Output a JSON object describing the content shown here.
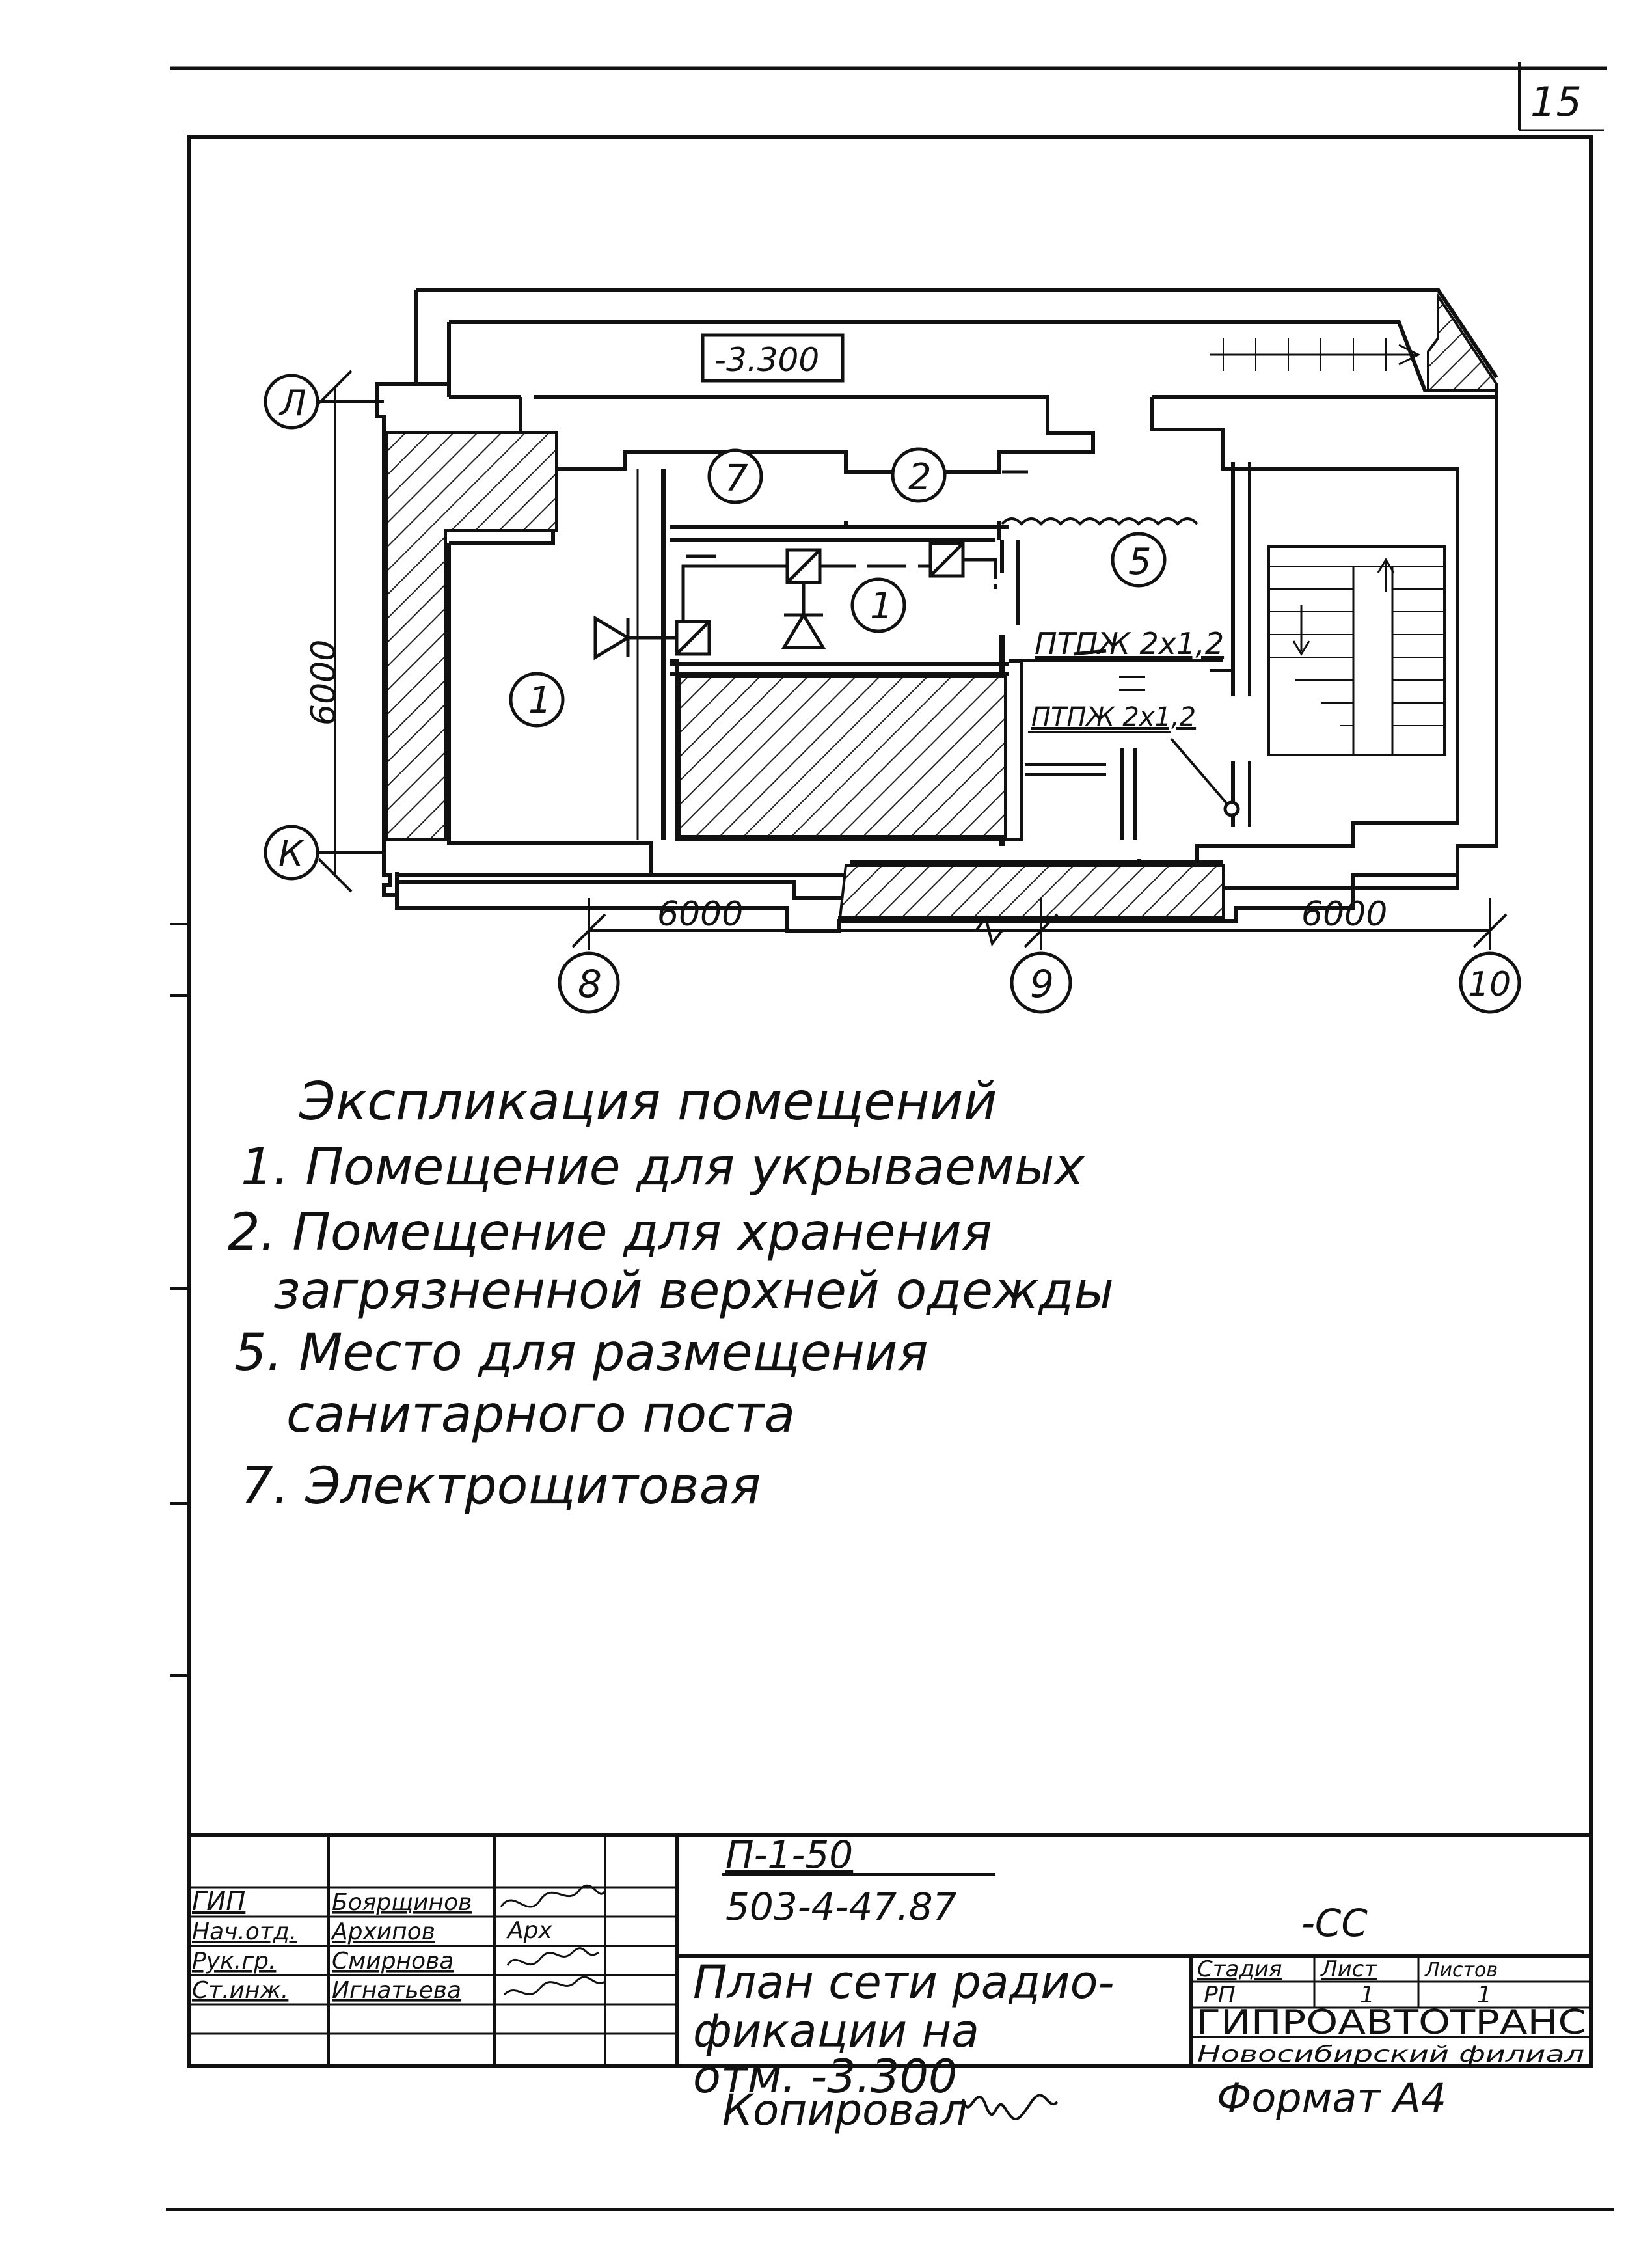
{
  "sheet_number": "15",
  "elevation_box": "-3.300",
  "axes": {
    "row_top": "Л",
    "row_bottom": "К",
    "col_left": "8",
    "col_mid": "9",
    "col_right": "10"
  },
  "dimensions": {
    "vertical": "6000",
    "bottom_left": "6000",
    "bottom_right": "6000"
  },
  "room_markers": {
    "room_1_large": "1",
    "room_1_small": "1",
    "room_2": "2",
    "room_5": "5",
    "room_7": "7"
  },
  "cable_labels": {
    "upper": "ПТПЖ 2х1,2",
    "lower": "ПТПЖ 2х1,2"
  },
  "legend": {
    "title": "Экспликация помещений",
    "items": [
      "1. Помещение для укрываемых",
      "2. Помещение для хранения",
      "загрязненной верхней одежды",
      "5. Место для размещения",
      "санитарного поста",
      "7. Электрощитовая"
    ]
  },
  "title_block": {
    "roles": [
      "ГИП",
      "Нач.отд.",
      "Рук.гр.",
      "Ст.инж."
    ],
    "names": [
      "Боярщинов",
      "Архипов",
      "Смирнова",
      "Игнатьева"
    ],
    "signatures": [
      "",
      "Арх",
      "",
      ""
    ],
    "project_code_line1": "П-1-50",
    "project_code_line2": "503-4-47.87",
    "mark": "-СС",
    "drawing_title": [
      "План сети радио-",
      "фикации на",
      "отм. -3.300"
    ],
    "stage_header": "Стадия",
    "sheet_header": "Лист",
    "sheets_header": "Листов",
    "stage_value": "РП",
    "sheet_value": "1",
    "sheets_value": "1",
    "organization": "ГИПРОАВТОТРАНС",
    "branch": "Новосибирский филиал"
  },
  "footer": {
    "copied": "Копировал",
    "format": "Формат А4"
  }
}
